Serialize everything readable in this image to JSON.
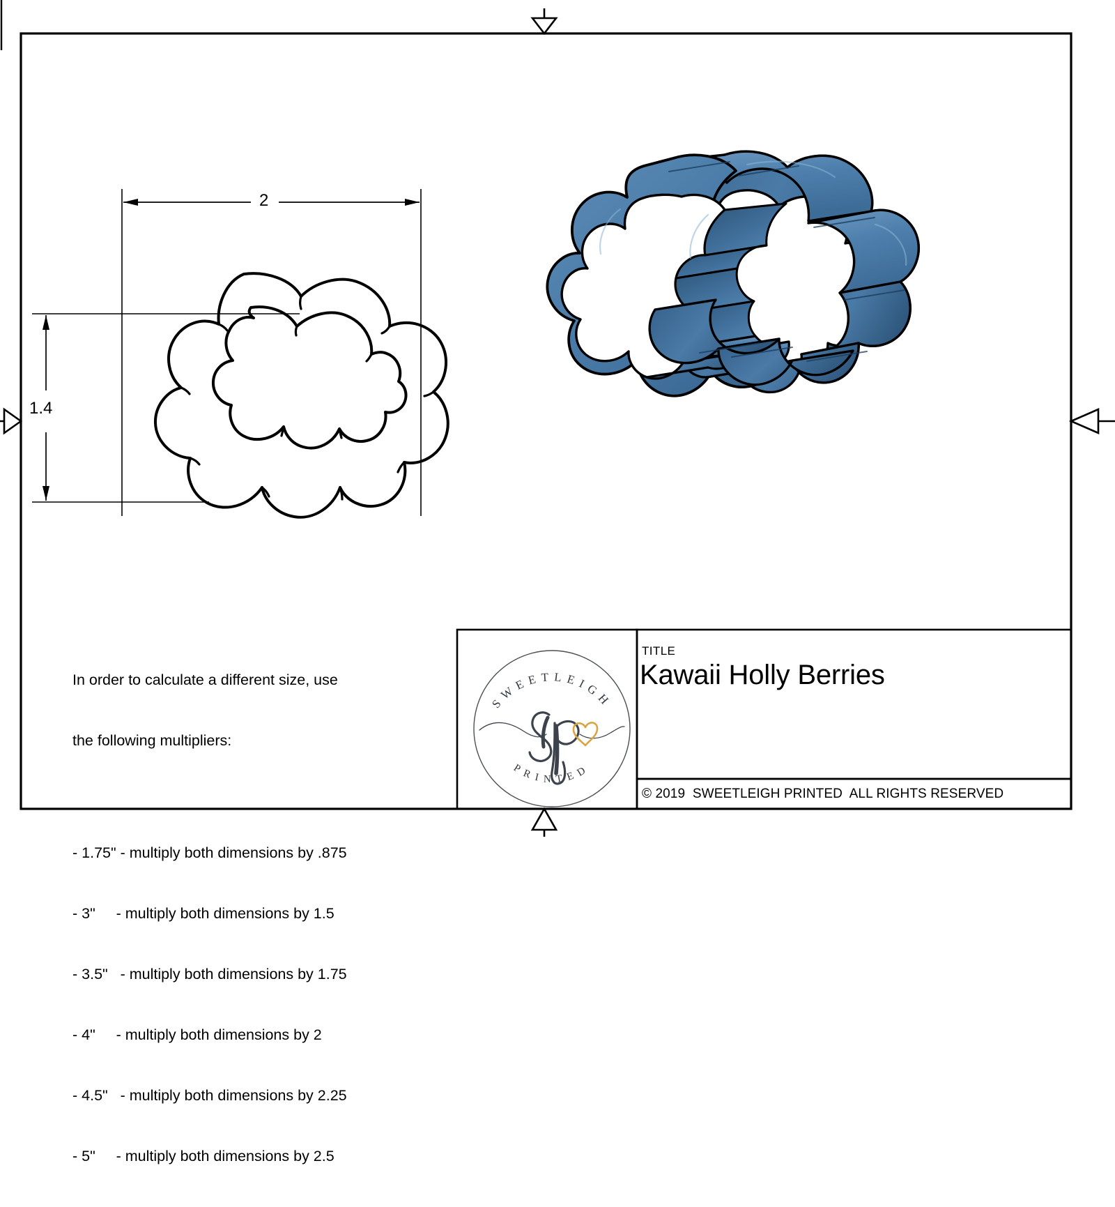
{
  "document": {
    "type": "technical-drawing",
    "sheet_background": "#ffffff",
    "line_color": "#000000"
  },
  "dimensions": {
    "width_label": "2",
    "height_label": "1.4"
  },
  "notes": {
    "intro_line1": "In order to calculate a different size, use",
    "intro_line2": "the following multipliers:",
    "multipliers": [
      "- 1.75\" - multiply both dimensions by .875",
      "- 3\"     - multiply both dimensions by 1.5",
      "- 3.5\"   - multiply both dimensions by 1.75",
      "- 4\"     - multiply both dimensions by 2",
      "- 4.5\"   - multiply both dimensions by 2.25",
      "- 5\"     - multiply both dimensions by 2.5"
    ]
  },
  "title_block": {
    "title_label": "TITLE",
    "title_value": "Kawaii Holly Berries",
    "copyright": "© 2019  SWEETLEIGH PRINTED  ALL RIGHTS RESERVED"
  },
  "logo": {
    "top_arc_text": "SWEETLEIGH",
    "bottom_arc_text": "PRINTED",
    "monogram": "sp",
    "heart_color": "#d9a441",
    "script_color": "#3d434c",
    "ring_color": "#4a4f57"
  },
  "model_3d": {
    "name": "kawaii-holly-berries-cookie-cutter",
    "fill_light": "#5d8cb8",
    "fill_mid": "#4a7aa8",
    "fill_dark": "#3a6790",
    "fill_darkest": "#2f587e",
    "outline": "#000000"
  },
  "center_marks": {
    "top": "down-triangle",
    "bottom": "up-triangle",
    "left": "right-triangle",
    "right": "left-triangle"
  }
}
